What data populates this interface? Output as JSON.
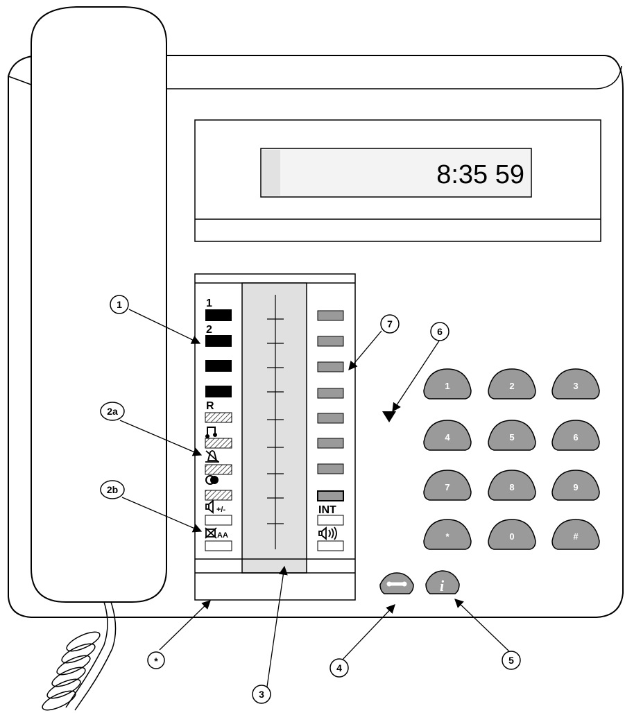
{
  "display": {
    "time": "8:35 59"
  },
  "left_labels": {
    "line1": "1",
    "line2": "2",
    "recall": "R",
    "volume": "+/-",
    "auto_answer": "AA"
  },
  "right_labels": {
    "intercom": "INT"
  },
  "keypad": [
    "1",
    "2",
    "3",
    "4",
    "5",
    "6",
    "7",
    "8",
    "9",
    "*",
    "0",
    "#"
  ],
  "callouts": {
    "c1": "1",
    "c2a": "2a",
    "c2b": "2b",
    "c3": "3",
    "c4": "4",
    "c5": "5",
    "c6": "6",
    "c7": "7",
    "cstar": "*"
  },
  "icons": {
    "keypad_key": "rounded-grey-dome-key",
    "function_key_small": "grey-dome-key",
    "recall_indicator": "hatched-rectangle",
    "mute_icon": "crossed-speaker-icon",
    "speaker_icon": "speaker-icon",
    "music_icon": "music-note-icon"
  },
  "colors": {
    "key_grey": "#9a9a9a",
    "strip_grey": "#e0e0e0",
    "line": "#000000"
  }
}
